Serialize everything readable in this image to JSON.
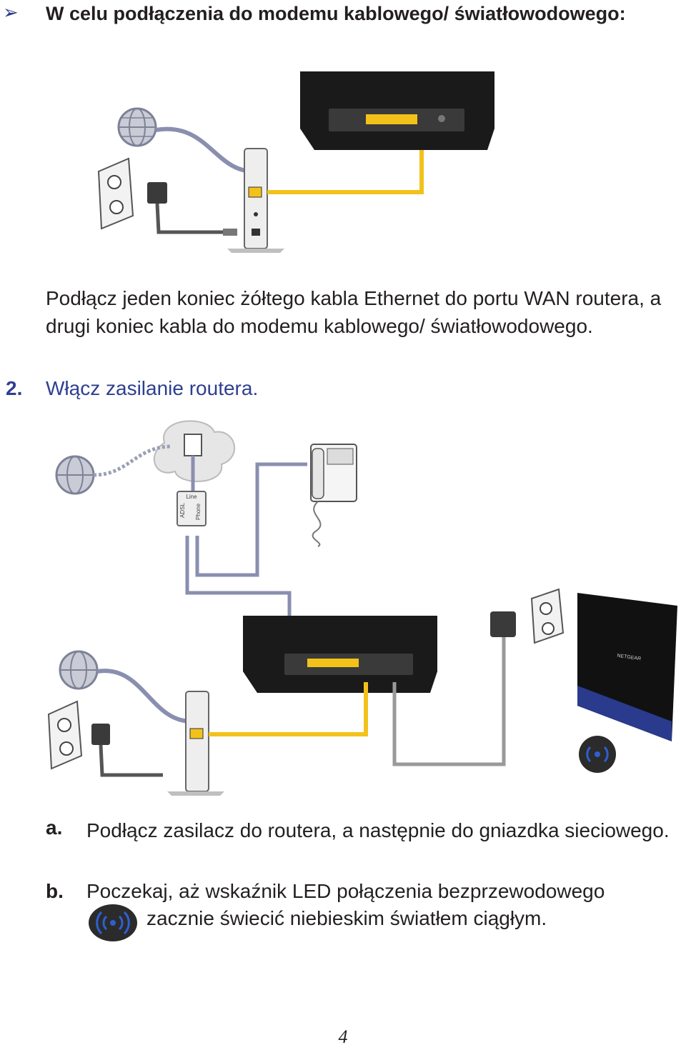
{
  "heading": "W celu podłączenia do modemu kablowego/ światłowodowego:",
  "paragraph": "Podłącz jeden koniec żółtego kabla Ethernet do portu WAN routera, a drugi koniec kabla do modemu kablowego/ światłowodowego.",
  "step2": {
    "number": "2.",
    "text": "Włącz zasilanie routera."
  },
  "sub_a": {
    "mark": "a.",
    "text": "Podłącz zasilacz do routera, a następnie do gniazdka sieciowego."
  },
  "sub_b": {
    "mark": "b.",
    "line1": "Poczekaj, aż wskaźnik LED połączenia bezprzewodowego",
    "line2": "zacznie świecić niebieskim światłem ciągłym."
  },
  "splitter_labels": {
    "line": "Line",
    "adsl": "ADSL",
    "phone": "Phone"
  },
  "router_logo": "NETGEAR",
  "page_number": "4",
  "colors": {
    "accent_blue": "#2e3f8f",
    "ethernet_yellow": "#f2c21b",
    "dsl_cable": "#8a8fb0",
    "power_cable": "#555555",
    "router_black": "#1a1a1a"
  },
  "icons": [
    "bullet-arrow-icon",
    "globe-icon",
    "wall-socket-icon",
    "power-adapter-icon",
    "modem-icon",
    "router-icon",
    "telephone-icon",
    "splitter-icon",
    "wireless-led-icon"
  ]
}
